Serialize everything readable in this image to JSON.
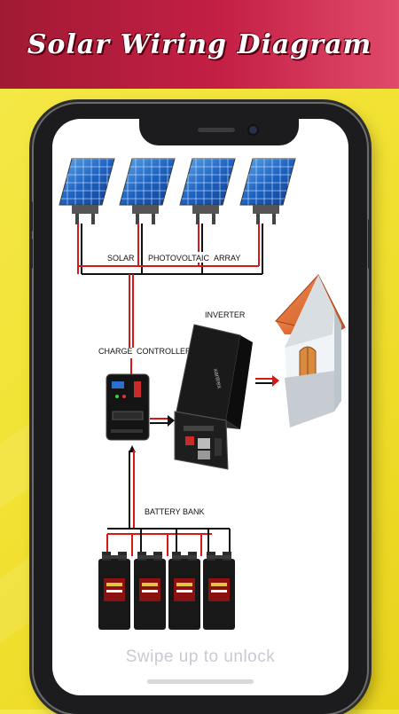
{
  "header": {
    "title": "Solar Wiring Diagram"
  },
  "diagram": {
    "labels": {
      "solar": "SOLAR",
      "photovoltaic": "PHOTOVOLTAIC",
      "array": "ARRAY",
      "inverter": "INVERTER",
      "charge": "CHARGE",
      "controller": "CONTROLLER",
      "battery_bank": "BATTERY BANK"
    }
  },
  "lockscreen": {
    "hint": "Swipe up to unlock"
  },
  "colors": {
    "header_start": "#a11a33",
    "header_end": "#e04a6b",
    "background": "#f2e233",
    "wire_red": "#d61818"
  }
}
